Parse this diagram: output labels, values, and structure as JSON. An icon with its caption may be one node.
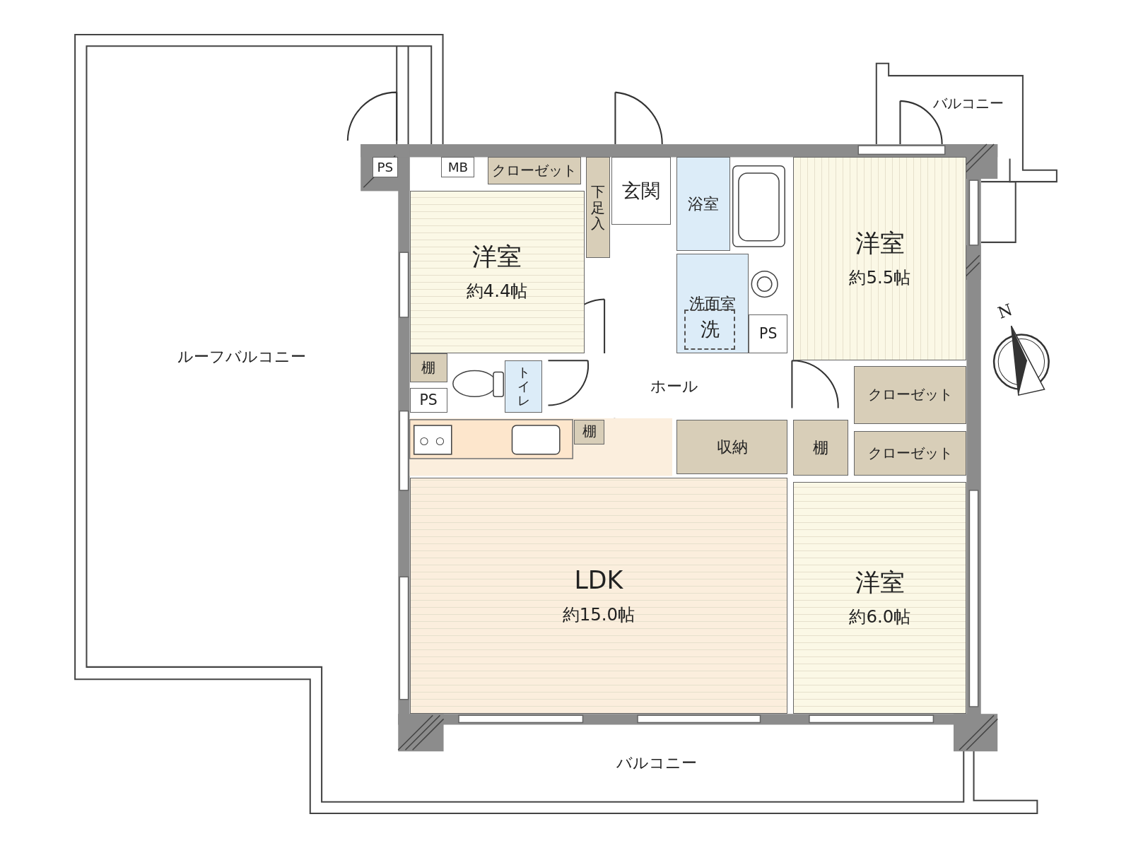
{
  "diagram": {
    "nodes": [
      {
        "text": [
          "ルーフバルコニー"
        ]
      },
      {
        "text": [
          "バルコニー"
        ]
      },
      {
        "text": [
          "PS"
        ]
      },
      {
        "text": [
          "MB"
        ]
      },
      {
        "text": [
          "クローゼット"
        ]
      },
      {
        "text": [
          "下足入"
        ]
      },
      {
        "text": [
          "玄関"
        ]
      },
      {
        "text": [
          "浴室"
        ]
      },
      {
        "text": [
          "洋室",
          "約5.5帖"
        ]
      },
      {
        "text": [
          "洋室",
          "約4.4帖"
        ]
      },
      {
        "text": [
          "洗面室"
        ]
      },
      {
        "text": [
          "洗"
        ],
        "in": 10
      },
      {
        "text": [
          "PS"
        ]
      },
      {
        "text": [
          "棚"
        ]
      },
      {
        "text": [
          "トイレ"
        ]
      },
      {
        "text": [
          "ホール"
        ]
      },
      {
        "text": [
          "PS"
        ]
      },
      {
        "text": [
          "クローゼット"
        ]
      },
      {
        "text": [
          "棚"
        ]
      },
      {
        "text": [
          "収納"
        ]
      },
      {
        "text": [
          "棚"
        ]
      },
      {
        "text": [
          "クローゼット"
        ]
      },
      {
        "text": [
          "LDK",
          "約15.0帖"
        ]
      },
      {
        "text": [
          "洋室",
          "約6.0帖"
        ]
      },
      {
        "text": [
          "バルコニー"
        ]
      }
    ],
    "edges": [],
    "labels": [
      "N"
    ]
  }
}
